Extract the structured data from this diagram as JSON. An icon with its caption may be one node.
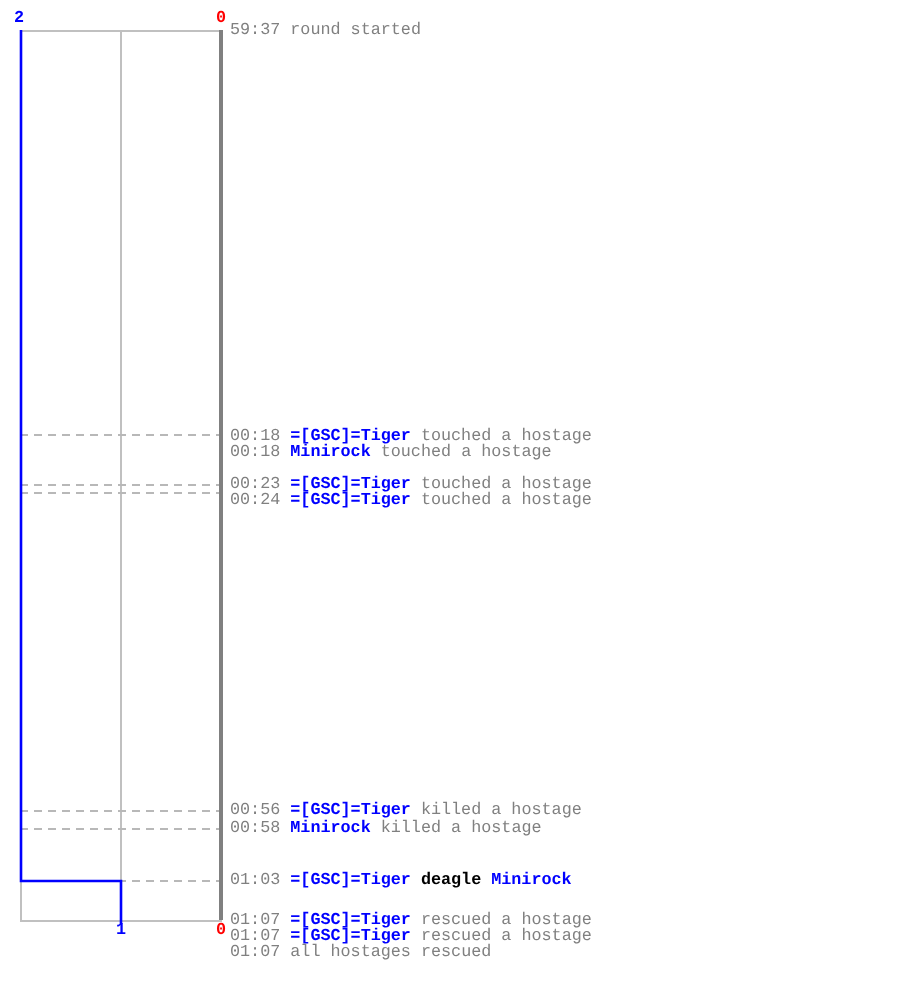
{
  "diagram": {
    "labels": [
      "2",
      "0",
      "59:37",
      "round started",
      "00:18",
      "=[GSC]=Tiger",
      "touched a hostage",
      "00:18",
      "Minirock",
      "touched a hostage",
      "00:23",
      "=[GSC]=Tiger",
      "touched a hostage",
      "00:24",
      "=[GSC]=Tiger",
      "touched a hostage",
      "00:56",
      "=[GSC]=Tiger",
      "killed a hostage",
      "00:58",
      "Minirock",
      "killed a hostage",
      "01:03",
      "=[GSC]=Tiger",
      "deagle",
      "Minirock",
      "1",
      "0",
      "01:07",
      "=[GSC]=Tiger",
      "rescued a hostage",
      "01:07",
      "=[GSC]=Tiger",
      "rescued a hostage",
      "01:07",
      "all hostages rescued"
    ]
  }
}
